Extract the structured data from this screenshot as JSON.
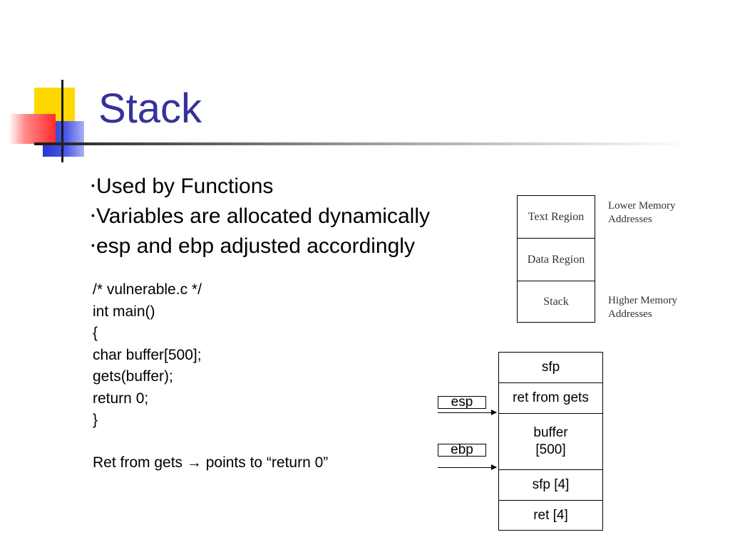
{
  "slide": {
    "title": "Stack",
    "bullet_marker": "▪",
    "bullets": [
      "Used by Functions",
      "Variables are allocated dynamically",
      "esp and ebp adjusted accordingly"
    ],
    "code": [
      "/* vulnerable.c */",
      "int main()",
      "{",
      "char buffer[500];",
      "gets(buffer);",
      "return 0;",
      "}"
    ],
    "note": "Ret from gets → points to “return 0”"
  },
  "memory_layout": {
    "regions": [
      "Text Region",
      "Data Region",
      "Stack"
    ],
    "lower_label": [
      "Lower Memory",
      "Addresses"
    ],
    "higher_label": [
      "Higher Memory",
      "Addresses"
    ]
  },
  "stack_diagram": {
    "cells": [
      "sfp",
      "ret from gets",
      "buffer\n[500]",
      "sfp [4]",
      "ret [4]"
    ],
    "esp_label": "esp",
    "ebp_label": "ebp"
  },
  "colors": {
    "title": "#333399",
    "logo_yellow": "#ffd800",
    "logo_blue": "#2a36d0",
    "logo_red": "#ff2a2a"
  }
}
